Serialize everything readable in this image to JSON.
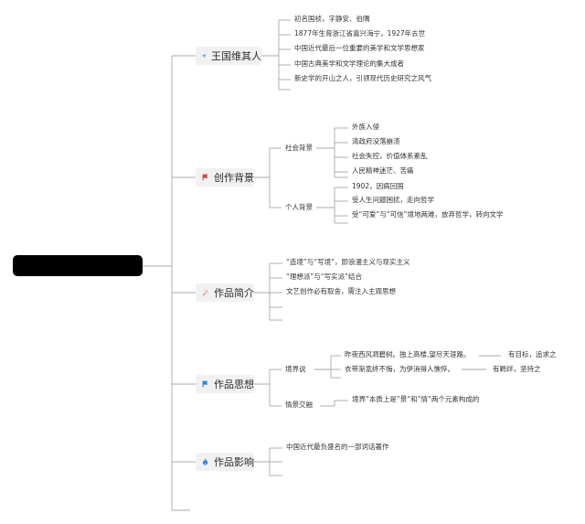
{
  "branches": [
    {
      "label": "王国维其人",
      "icon": "paper-plane-icon",
      "leaves": [
        "初名国桢，字静安、伯隅",
        "1877年生育浙江省嘉兴海宁，1927年去世",
        "中国近代最后一位重要的美学和文学思想家",
        "中国古典美学和文学理论的集大成者",
        "新史学的开山之人，引领现代历史研究之风气"
      ]
    },
    {
      "label": "创作背景",
      "icon": "red-flag-icon",
      "subs": [
        {
          "label": "社会背景",
          "leaves": [
            "外族入侵",
            "清政府没落崩溃",
            "社会失控，价值体系紊乱",
            "人民精神迷茫、苦痛"
          ]
        },
        {
          "label": "个人背景",
          "leaves": [
            "1902，因病回国",
            "受人生问题困扰，走向哲学",
            "受“可爱”与“可信”境地两难，放弃哲学，转向文学"
          ]
        }
      ]
    },
    {
      "label": "作品简介",
      "icon": "sparkle-icon",
      "leaves": [
        "“造境”与“写境”，即浪漫主义与现实主义",
        "“理想派”与“写实派”结合",
        "文艺创作必有取舍，需注入主观思想"
      ]
    },
    {
      "label": "作品思想",
      "icon": "blue-flag-icon",
      "subs": [
        {
          "label": "境界说",
          "leaves": [
            "昨夜西风凋碧树。独上高楼,望尽天涯路。",
            "衣带渐宽终不悔，为伊消得人憔悴。"
          ],
          "notes": [
            "有目标，追求之",
            "有羁绊，坚持之"
          ]
        },
        {
          "label": "情景交融",
          "leaves": [
            "境界“本质上是”景“和”情“两个元素构成的"
          ]
        }
      ]
    },
    {
      "label": "作品影响",
      "icon": "flame-icon",
      "leaves": [
        "中国近代最负盛名的一部词话著作"
      ]
    }
  ]
}
